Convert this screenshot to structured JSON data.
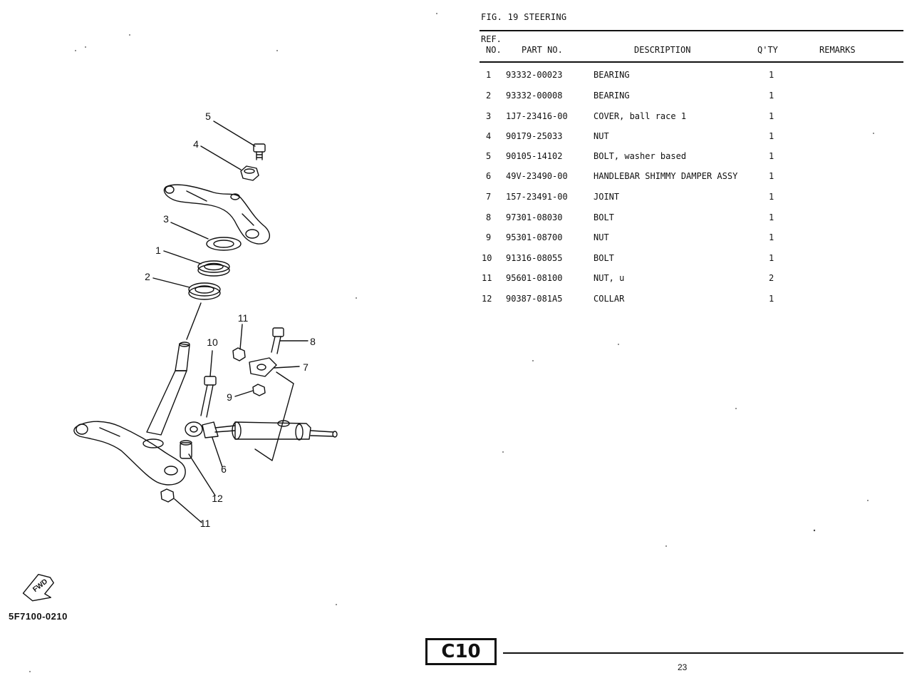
{
  "figure": {
    "title": "FIG. 19  STEERING",
    "doc_code": "5F7100-0210",
    "fwd_label": "FWD",
    "callouts": [
      "5",
      "4",
      "3",
      "1",
      "2",
      "11",
      "10",
      "8",
      "7",
      "9",
      "6",
      "12",
      "11"
    ]
  },
  "table": {
    "headers": {
      "ref_line1": "REF.",
      "ref_line2": "NO.",
      "part_no": "PART NO.",
      "description": "DESCRIPTION",
      "qty": "Q'TY",
      "remarks": "REMARKS"
    },
    "rows": [
      {
        "ref": "1",
        "part": "93332-00023",
        "desc": "BEARING",
        "qty": "1",
        "remarks": ""
      },
      {
        "ref": "2",
        "part": "93332-00008",
        "desc": "BEARING",
        "qty": "1",
        "remarks": ""
      },
      {
        "ref": "3",
        "part": "1J7-23416-00",
        "desc": "COVER, ball race 1",
        "qty": "1",
        "remarks": ""
      },
      {
        "ref": "4",
        "part": "90179-25033",
        "desc": "NUT",
        "qty": "1",
        "remarks": ""
      },
      {
        "ref": "5",
        "part": "90105-14102",
        "desc": "BOLT, washer based",
        "qty": "1",
        "remarks": ""
      },
      {
        "ref": "6",
        "part": "49V-23490-00",
        "desc": "HANDLEBAR SHIMMY DAMPER ASSY",
        "qty": "1",
        "remarks": ""
      },
      {
        "ref": "7",
        "part": "157-23491-00",
        "desc": "JOINT",
        "qty": "1",
        "remarks": ""
      },
      {
        "ref": "8",
        "part": "97301-08030",
        "desc": "BOLT",
        "qty": "1",
        "remarks": ""
      },
      {
        "ref": "9",
        "part": "95301-08700",
        "desc": "NUT",
        "qty": "1",
        "remarks": ""
      },
      {
        "ref": "10",
        "part": "91316-08055",
        "desc": "BOLT",
        "qty": "1",
        "remarks": ""
      },
      {
        "ref": "11",
        "part": "95601-08100",
        "desc": "NUT, u",
        "qty": "2",
        "remarks": ""
      },
      {
        "ref": "12",
        "part": "90387-081A5",
        "desc": "COLLAR",
        "qty": "1",
        "remarks": ""
      }
    ]
  },
  "footer": {
    "section_badge": "C10",
    "page_number": "23"
  }
}
